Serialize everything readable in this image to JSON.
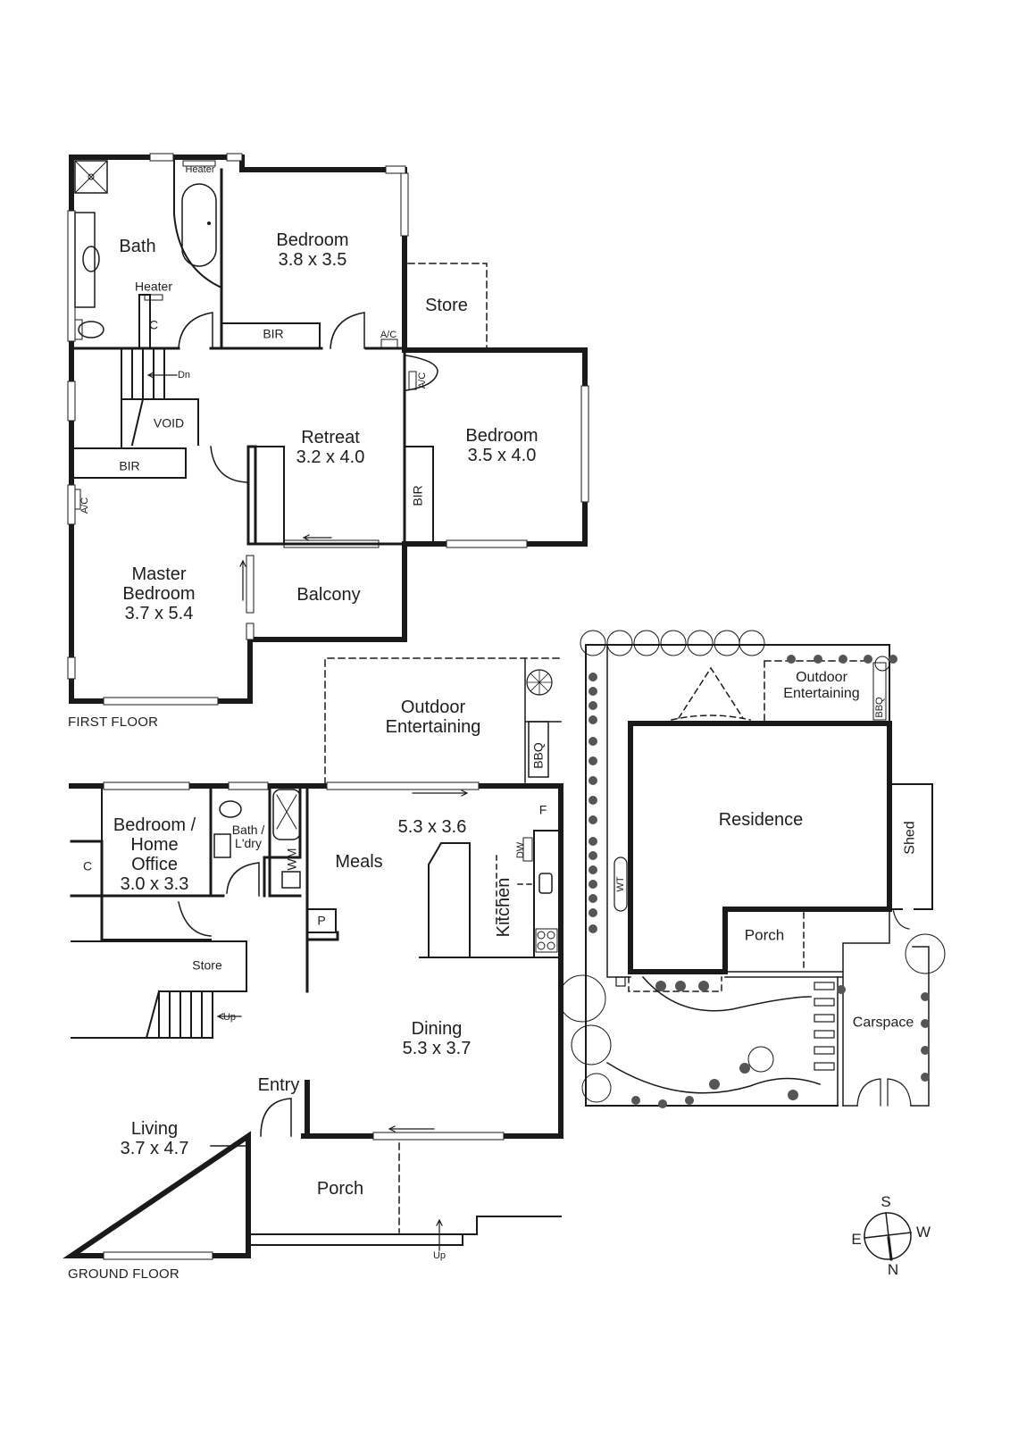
{
  "first_floor": {
    "caption": "FIRST FLOOR",
    "rooms": [
      {
        "id": "bath",
        "name": "Bath",
        "dim": ""
      },
      {
        "id": "bedroom-2",
        "name": "Bedroom",
        "dim": "3.8 x 3.5"
      },
      {
        "id": "store-upper",
        "name": "Store",
        "dim": ""
      },
      {
        "id": "retreat",
        "name": "Retreat",
        "dim": "3.2 x 4.0"
      },
      {
        "id": "bedroom-3",
        "name": "Bedroom",
        "dim": "3.5 x 4.0"
      },
      {
        "id": "master-bedroom",
        "name": "Master Bedroom",
        "dim": "3.7 x 5.4"
      },
      {
        "id": "balcony",
        "name": "Balcony",
        "dim": ""
      }
    ],
    "fixtures": {
      "heater_top": "Heater",
      "heater_bath": "Heater",
      "cupboard": "C",
      "bir_1": "BIR",
      "bir_2": "BIR",
      "bir_3": "BIR",
      "void": "VOID",
      "stairs_down": "Dn",
      "ac_1": "A/C",
      "ac_2": "A/C",
      "ac_3": "A/C"
    }
  },
  "ground_floor": {
    "caption": "GROUND FLOOR",
    "rooms": [
      {
        "id": "outdoor-entertaining",
        "name": "Outdoor Entertaining",
        "dim": ""
      },
      {
        "id": "bedroom-office",
        "name": "Bedroom / Home Office",
        "dim": "3.0 x 3.3"
      },
      {
        "id": "bath-laundry",
        "name": "Bath / L'dry",
        "dim": ""
      },
      {
        "id": "meals",
        "name": "Meals",
        "dim": "5.3 x 3.6"
      },
      {
        "id": "kitchen",
        "name": "Kitchen",
        "dim": ""
      },
      {
        "id": "store-lower",
        "name": "Store",
        "dim": ""
      },
      {
        "id": "dining",
        "name": "Dining",
        "dim": "5.3 x 3.7"
      },
      {
        "id": "entry",
        "name": "Entry",
        "dim": ""
      },
      {
        "id": "living",
        "name": "Living",
        "dim": "3.7 x 4.7"
      },
      {
        "id": "porch",
        "name": "Porch",
        "dim": ""
      }
    ],
    "fixtures": {
      "cupboard": "C",
      "washing_machine": "WM",
      "pantry": "P",
      "fridge": "F",
      "dishwasher": "DW",
      "bbq": "BBQ",
      "stairs_up": "Up",
      "porch_steps_up": "Up"
    }
  },
  "site_plan": {
    "rooms": [
      {
        "id": "site-outdoor",
        "name": "Outdoor Entertaining"
      },
      {
        "id": "residence",
        "name": "Residence"
      },
      {
        "id": "shed",
        "name": "Shed"
      },
      {
        "id": "site-porch",
        "name": "Porch"
      },
      {
        "id": "carspace",
        "name": "Carspace"
      }
    ],
    "fixtures": {
      "water_tank": "WT",
      "bbq": "BBQ"
    }
  },
  "compass": {
    "north": "N",
    "south": "S",
    "east": "E",
    "west": "W"
  }
}
